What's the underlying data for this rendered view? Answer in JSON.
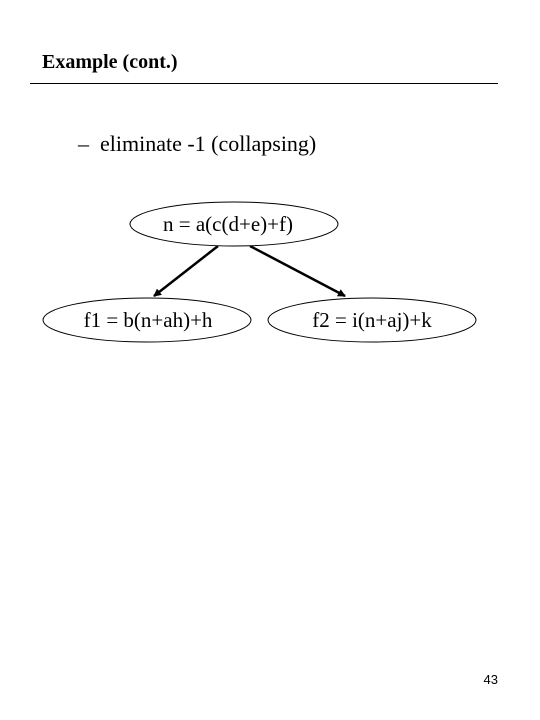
{
  "slide": {
    "title": "Example (cont.)",
    "bullet": {
      "dash": "–",
      "text": "eliminate -1 (collapsing)"
    },
    "page_number": "43"
  },
  "diagram": {
    "nodes": [
      {
        "id": "n",
        "label": "n = a(c(d+e)+f)"
      },
      {
        "id": "f1",
        "label": "f1 = b(n+ah)+h"
      },
      {
        "id": "f2",
        "label": "f2 = i(n+aj)+k"
      }
    ],
    "edges": [
      {
        "from": "n",
        "to": "f1"
      },
      {
        "from": "n",
        "to": "f2"
      }
    ]
  }
}
